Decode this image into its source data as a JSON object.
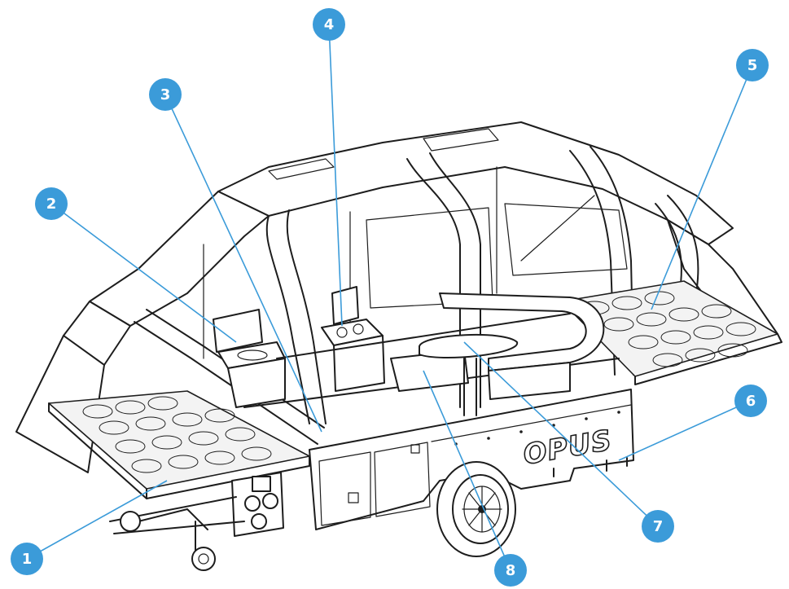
{
  "brand": {
    "logo_text": "OPUS"
  },
  "colors": {
    "callout_fill": "#3b9bd9",
    "leader_line": "#3b9bd9",
    "outline": "#1d1d1d",
    "background": "#ffffff"
  },
  "callouts": [
    {
      "number": "1"
    },
    {
      "number": "2"
    },
    {
      "number": "3"
    },
    {
      "number": "4"
    },
    {
      "number": "5"
    },
    {
      "number": "6"
    },
    {
      "number": "7"
    },
    {
      "number": "8"
    }
  ]
}
